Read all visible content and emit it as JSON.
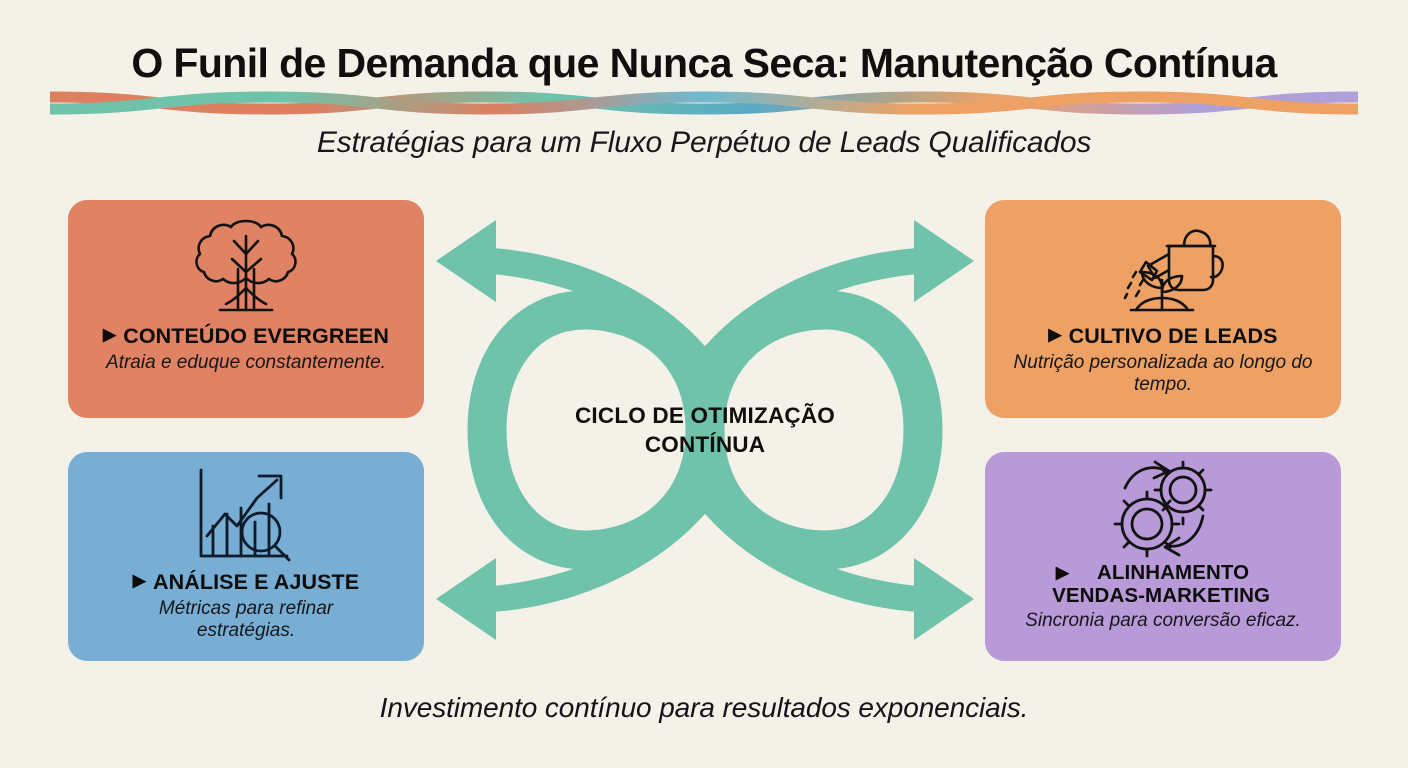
{
  "header": {
    "title": "O Funil de Demanda que Nunca Seca: Manutenção Contínua",
    "subtitle": "Estratégias para um Fluxo Perpétuo de Leads Qualificados",
    "divider_icon": "wave-divider-icon"
  },
  "colors": {
    "background": "#f4f1e9",
    "salmon": "#e08264",
    "orange": "#eda164",
    "blue": "#78aed4",
    "purple": "#b99ad9",
    "teal": "#6fc3ab",
    "text_dark": "#100f0d"
  },
  "center": {
    "label_line1": "CICLO DE OTIMIZAÇÃO",
    "label_line2": "CONTÍNUA",
    "symbol_icon": "infinity-loop-icon",
    "arrows": [
      {
        "name": "arrow-to-top-left",
        "direction": "left"
      },
      {
        "name": "arrow-to-top-right",
        "direction": "right"
      },
      {
        "name": "arrow-to-bottom-left",
        "direction": "left"
      },
      {
        "name": "arrow-to-bottom-right",
        "direction": "right"
      }
    ]
  },
  "cards": [
    {
      "id": "evergreen",
      "icon": "tree-icon",
      "bullet": "▶",
      "title_lines": [
        "CONTEÚDO EVERGREEN"
      ],
      "description": "Atraia e eduque constantemente.",
      "color": "#e08264"
    },
    {
      "id": "cultivo",
      "icon": "watering-can-sprout-icon",
      "bullet": "▶",
      "title_lines": [
        "CULTIVO DE LEADS"
      ],
      "description": "Nutrição personalizada ao longo do tempo.",
      "color": "#eda164"
    },
    {
      "id": "analise",
      "icon": "growth-chart-magnifier-icon",
      "bullet": "▶",
      "title_lines": [
        "ANÁLISE E AJUSTE"
      ],
      "description": "Métricas para refinar estratégias.",
      "color": "#78aed4"
    },
    {
      "id": "alinhamento",
      "icon": "gears-sync-icon",
      "bullet": "▶",
      "title_lines": [
        "ALINHAMENTO",
        "VENDAS-MARKETING"
      ],
      "description": "Sincronia para conversão eficaz.",
      "color": "#b99ad9"
    }
  ],
  "footer": {
    "text": "Investimento contínuo para resultados exponenciais."
  }
}
